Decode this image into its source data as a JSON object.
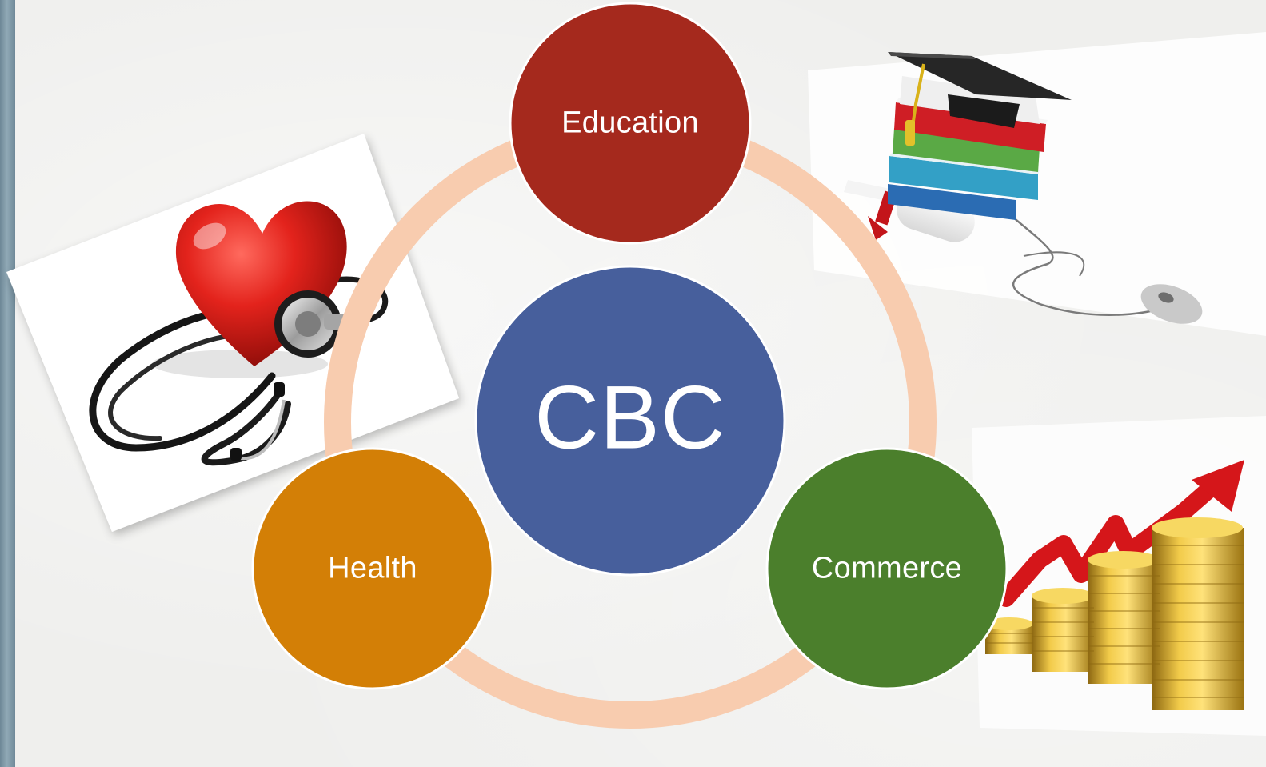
{
  "diagram": {
    "center": {
      "label": "CBC",
      "color": "#475f9c"
    },
    "nodes": [
      {
        "id": "education",
        "label": "Education",
        "color": "#a5291d"
      },
      {
        "id": "health",
        "label": "Health",
        "color": "#d37f06"
      },
      {
        "id": "commerce",
        "label": "Commerce",
        "color": "#4b7f2c"
      }
    ],
    "ring_color": "#f8ccaf"
  },
  "images": [
    {
      "name": "heart-stethoscope-image",
      "depicts": "red heart with stethoscope"
    },
    {
      "name": "graduation-books-image",
      "depicts": "graduation cap on stack of books with diploma and computer mouse"
    },
    {
      "name": "gold-coins-growth-image",
      "depicts": "stacks of gold coins with rising red arrow"
    }
  ]
}
